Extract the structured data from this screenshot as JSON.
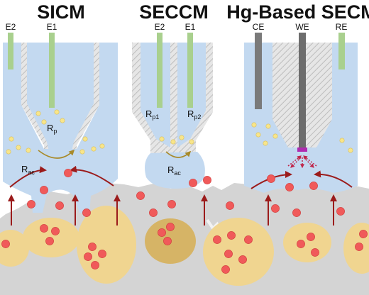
{
  "titles": {
    "sicm": "SICM",
    "seccm": "SECCM",
    "hg_secm": "Hg-Based SECM"
  },
  "sicm": {
    "electrode_left": "E2",
    "electrode_right": "E1",
    "resistance_pipette": {
      "main": "R",
      "sub": "p"
    },
    "resistance_access": {
      "main": "R",
      "sub": "ac"
    }
  },
  "seccm": {
    "electrode_left": "E2",
    "electrode_right": "E1",
    "resistance_left": {
      "main": "R",
      "sub": "p1"
    },
    "resistance_right": {
      "main": "R",
      "sub": "p2"
    },
    "resistance_access": {
      "main": "R",
      "sub": "ac"
    }
  },
  "hg_secm": {
    "electrode_counter": "CE",
    "electrode_working": "WE",
    "electrode_reference": "RE"
  },
  "colors": {
    "solution": "#c3d9f0",
    "electrode_green": "#a9d08e",
    "glass": "#d9d9d9",
    "substrate": "#d4d4d4",
    "particle": "#f0d590",
    "particle_dark": "#d6b466",
    "ion_red": "#f05a5a",
    "ion_yellow": "#f8e58a",
    "arrow_red": "#9b1b1b",
    "current_gold": "#a88a2a",
    "tip_magenta": "#b02bb0"
  }
}
